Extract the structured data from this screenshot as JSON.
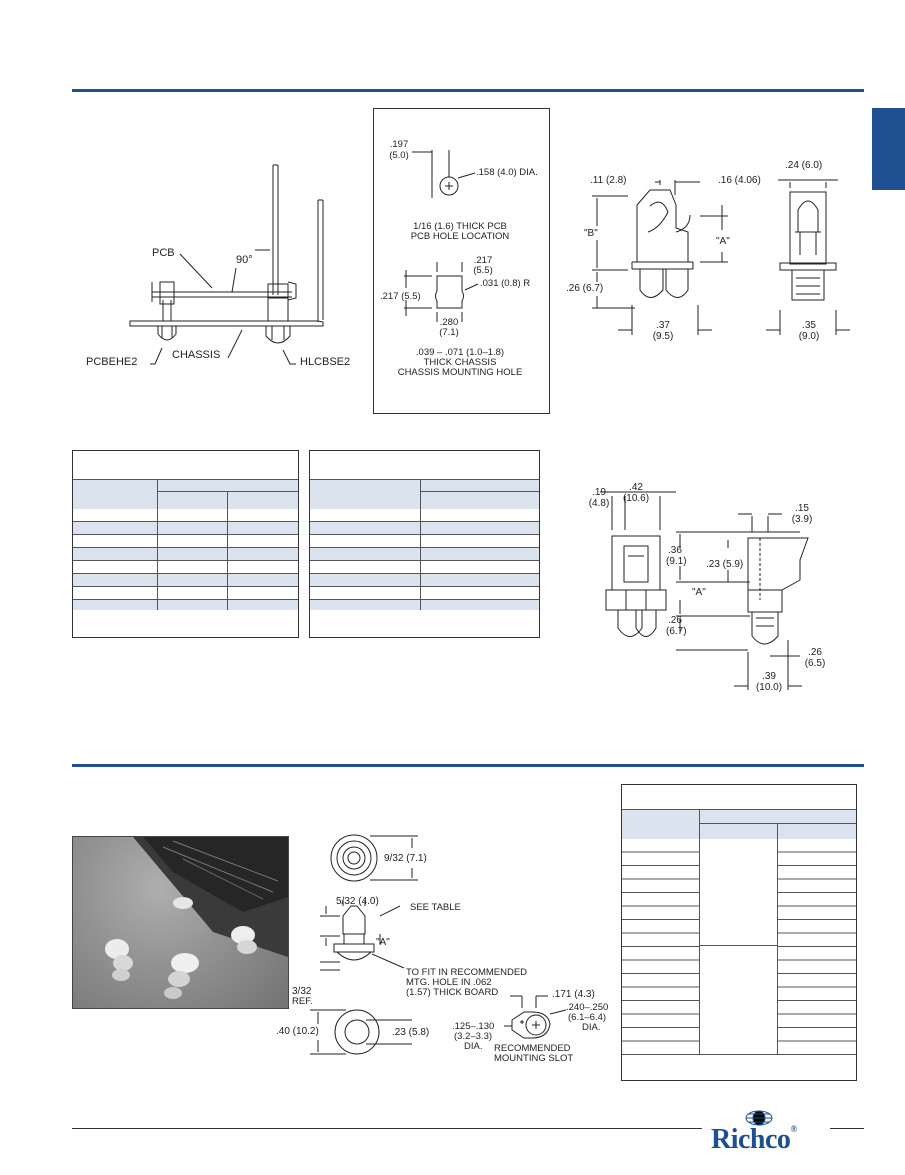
{
  "colors": {
    "accent": "#1d4f91",
    "table_header": "#dbe3ef"
  },
  "logo": {
    "text": "Richco",
    "icon": "globe-icon"
  },
  "top_left_figure": {
    "pcb": "PCB",
    "angle": "90°",
    "chassis": "CHASSIS",
    "part_left": "PCBEHE2",
    "part_right": "HLCBSE2"
  },
  "hole_box": {
    "dim_197": ".197",
    "dim_197_mm": "(5.0)",
    "dia_158": ".158 (4.0) DIA.",
    "pcb_note_1": "1/16 (1.6) THICK PCB",
    "pcb_note_2": "PCB HOLE LOCATION",
    "dim_217_top": ".217",
    "dim_217_top_mm": "(5.5)",
    "dim_217_side": ".217 (5.5)",
    "dim_031": ".031 (0.8) R",
    "dim_280": ".280",
    "dim_280_mm": "(7.1)",
    "chassis_note_1": ".039 – .071 (1.0–1.8)",
    "chassis_note_2": "THICK CHASSIS",
    "chassis_note_3": "CHASSIS MOUNTING HOLE"
  },
  "fig_right_top": {
    "d11": ".11 (2.8)",
    "d16": ".16 (4.06)",
    "b": "\"B\"",
    "a": "\"A\"",
    "d26": ".26 (6.7)",
    "d37": ".37",
    "d37_mm": "(9.5)",
    "d24": ".24 (6.0)",
    "d35": ".35",
    "d35_mm": "(9.0)"
  },
  "fig_right_mid": {
    "d19": ".19",
    "d19_mm": "(4.8)",
    "d42": ".42",
    "d42_mm": "(10.6)",
    "d15": ".15",
    "d15_mm": "(3.9)",
    "d36": ".36",
    "d36_mm": "(9.1)",
    "d23": ".23 (5.9)",
    "a": "\"A\"",
    "d26": ".26",
    "d26_mm": "(6.7)",
    "d26b": ".26",
    "d26b_mm": "(6.5)",
    "d39": ".39",
    "d39_mm": "(10.0)"
  },
  "fig_bottom": {
    "d932": "9/32 (7.1)",
    "d532": "5/32 (4.0)",
    "see_table": "SEE TABLE",
    "a": "\"A\"",
    "fit_1": "TO FIT IN RECOMMENDED",
    "fit_2": "MTG. HOLE IN .062",
    "fit_3": "(1.57) THICK BOARD",
    "d332": "3/32",
    "ref": "REF.",
    "d40": ".40 (10.2)",
    "d23": ".23 (5.8)",
    "d171": ".171 (4.3)",
    "d240": ".240–.250",
    "d240_mm": "(6.1–6.4)",
    "dia": "DIA.",
    "d125": ".125–.130",
    "d125_mm": "(3.2–3.3)",
    "dia2": "DIA.",
    "slot_1": "RECOMMENDED",
    "slot_2": "MOUNTING SLOT"
  }
}
